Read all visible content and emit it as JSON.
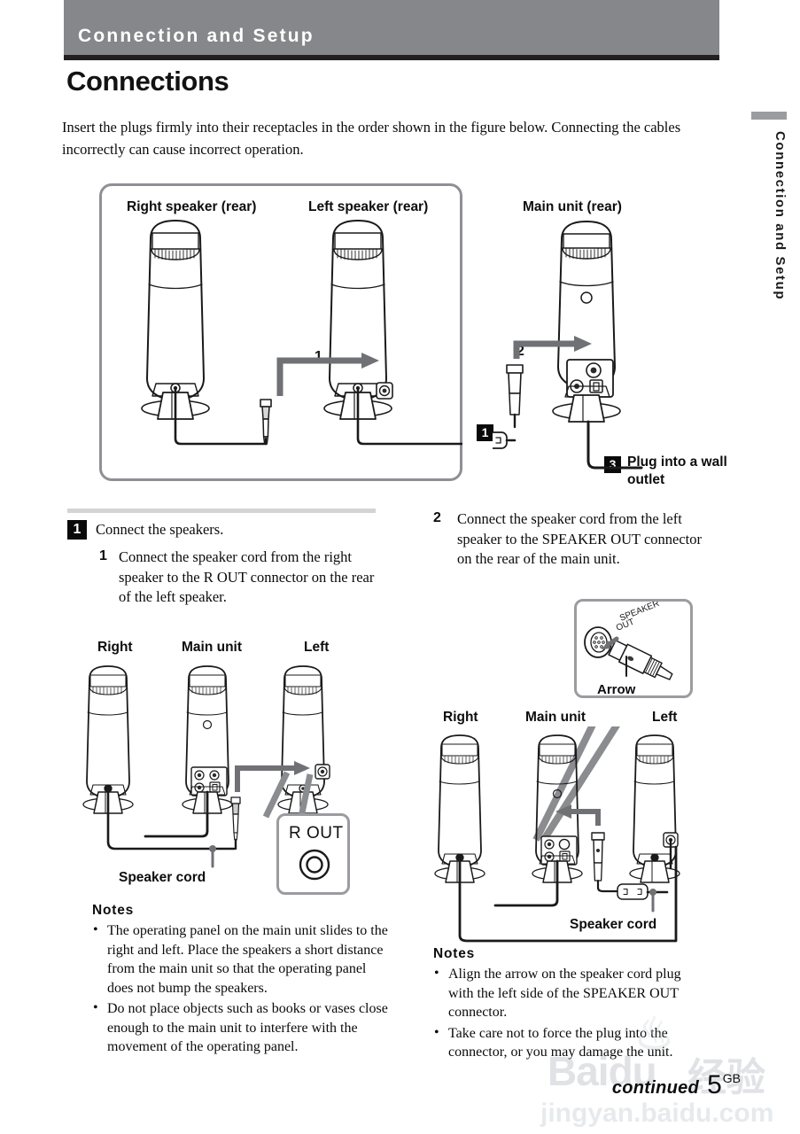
{
  "header": {
    "section_title": "Connection and Setup",
    "page_title": "Connections"
  },
  "sidebar": {
    "tab_label": "Connection and Setup"
  },
  "intro": {
    "paragraph": "Insert the plugs firmly into their receptacles in the order shown in the figure below. Connecting the cables incorrectly can cause incorrect operation."
  },
  "main_figure": {
    "labels": {
      "right_speaker": "Right speaker (rear)",
      "left_speaker": "Left speaker (rear)",
      "main_unit": "Main unit (rear)"
    },
    "callouts": {
      "one": "1",
      "two": "2"
    },
    "badges": {
      "badge_1": "1",
      "badge_3": "3"
    },
    "wall_outlet_label": "Plug into a wall outlet"
  },
  "steps": {
    "step1": {
      "badge": "1",
      "title": "Connect the speakers.",
      "substep_number": "1",
      "substep_text": "Connect the speaker cord from the right speaker to the R OUT connector on the rear of the left speaker."
    },
    "step2": {
      "number": "2",
      "text": "Connect the speaker cord from the left speaker to the SPEAKER OUT connector on the rear of the main unit."
    }
  },
  "left_figure": {
    "labels": {
      "right": "Right",
      "main_unit": "Main unit",
      "left": "Left"
    },
    "speaker_cord_label": "Speaker cord",
    "connector_label": "R OUT"
  },
  "right_figure": {
    "labels": {
      "right": "Right",
      "main_unit": "Main unit",
      "left": "Left"
    },
    "speaker_cord_label": "Speaker cord",
    "callout": {
      "connector_line1": "SPEAKER",
      "connector_line2": "OUT",
      "arrow_label": "Arrow"
    }
  },
  "notes_left": {
    "title": "Notes",
    "items": [
      "The operating panel on the main unit slides to the right and left.  Place the speakers a short distance from the main unit so that the operating panel does not bump the speakers.",
      "Do not place objects such as books or vases close enough to the main unit to interfere with the movement of the operating panel."
    ]
  },
  "notes_right": {
    "title": "Notes",
    "items": [
      "Align the arrow on the speaker cord plug with the left side of the SPEAKER OUT connector.",
      "Take care not to force the plug into the connector, or you may damage the unit."
    ]
  },
  "footer": {
    "continued": "continued",
    "page_number": "5",
    "region_code": "GB"
  },
  "watermark": {
    "brand": "Baidu",
    "brand_cn": "经验",
    "url": "jingyan.baidu.com"
  },
  "colors": {
    "header_bar": "#85878a",
    "header_rule": "#231f20",
    "figure_border": "#8e9094",
    "badge_bg": "#0a0a0a",
    "arrow_gray": "#6f7174",
    "thin_rule": "#d4d4d4"
  }
}
